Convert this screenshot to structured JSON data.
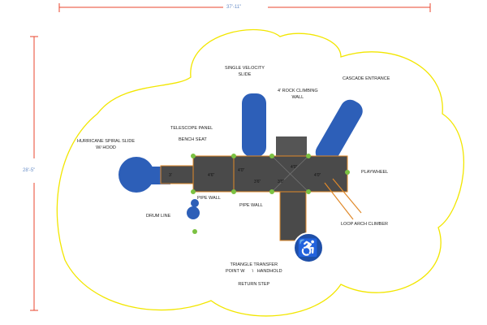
{
  "dimensions": {
    "width": "37'-11\"",
    "depth": "28'-5\""
  },
  "labels": {
    "single_velocity_slide": [
      "SINGLE VELOCITY",
      "SLIDE"
    ],
    "rock_climbing_wall": [
      "4' ROCK CLIMBING",
      "WALL"
    ],
    "cascade_entrance": "CASCADE ENTRANCE",
    "telescope_panel": "TELESCOPE PANEL",
    "bench_seat": "BENCH SEAT",
    "hurricane_spiral_slide": [
      "HURRICANE SPIRAL SLIDE",
      "W/ HOOD"
    ],
    "playwheel": "PLAYWHEEL",
    "pipe_wall_1": "PIPE WALL",
    "pipe_wall_2": "PIPE WALL",
    "drum_line": "DRUM LINE",
    "loop_arch_climber": "LOOP ARCH CLIMBER",
    "triangle_transfer": [
      "TRIANGLE TRANSFER",
      "POINT W      \\   HANDHOLD",
      "",
      "RETURN STEP"
    ]
  },
  "deck_heights": [
    "3'",
    "4'6\"",
    "4'0\"",
    "3'6\"",
    "3'0\"",
    "4'0\"",
    "4'0\""
  ],
  "colors": {
    "dimension": "#e8452c",
    "boundary": "#f2e600",
    "deck": "#4a4a4a",
    "slide": "#2d5fb8",
    "post": "#7bc142",
    "trim": "#e0892a"
  }
}
